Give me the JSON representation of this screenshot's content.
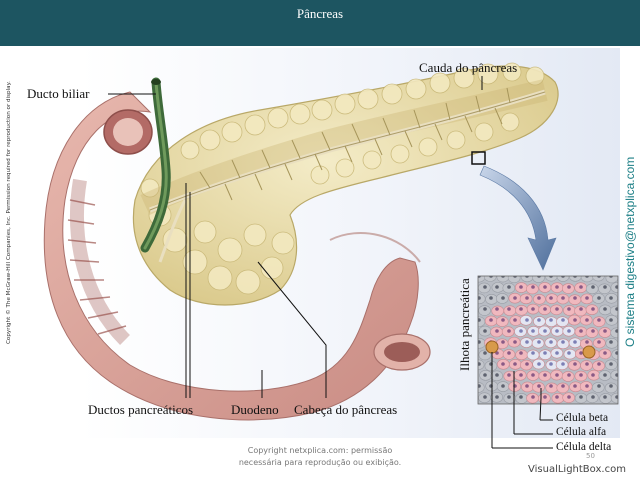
{
  "header": {
    "title": "Pâncreas"
  },
  "labels": {
    "bile_duct": "Ducto biliar",
    "tail": "Cauda do pâncreas",
    "pancreatic_ducts": "Ductos pancreáticos",
    "duodenum": "Duodeno",
    "head": "Cabeça do pâncreas",
    "islet": "Ilhota pancreática",
    "beta_cell": "Célula beta",
    "alpha_cell": "Célula alfa",
    "delta_cell": "Célula delta"
  },
  "side_texts": {
    "copyright": "Copyright © The McGraw-Hill Companies, Inc. Permission required for reproduction or display.",
    "site": "O sistema digestivo@netxplica.com"
  },
  "footer": {
    "copyright_line1": "Copyright netxplica.com: permissão",
    "copyright_line2": "necessária para reprodução ou exibição.",
    "page_number": "50",
    "watermark": "VisualLightBox.com"
  },
  "colors": {
    "header_bg": "#1d5561",
    "pancreas": "#e9dcae",
    "duodenum": "#d9a39b",
    "islet_cells": "#f0b8be",
    "site_text": "#1c7f86"
  }
}
